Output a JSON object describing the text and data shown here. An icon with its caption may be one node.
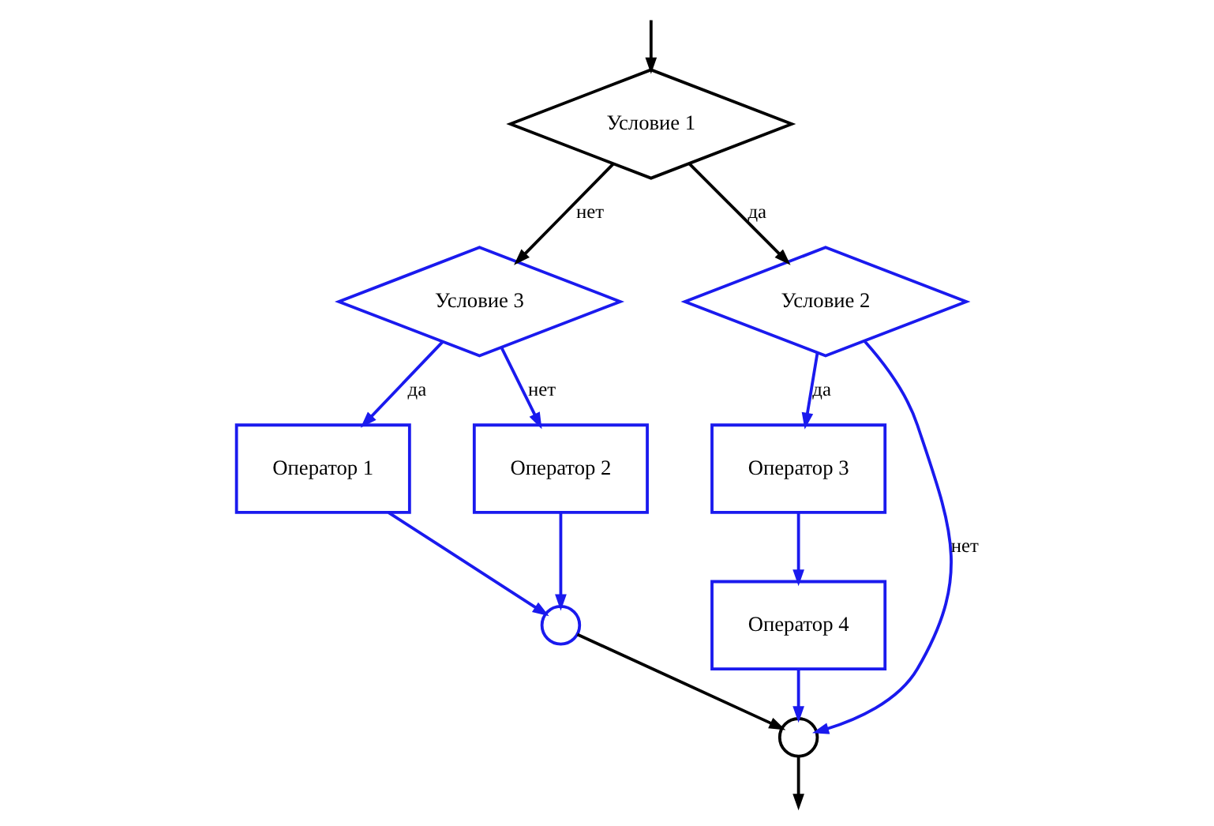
{
  "diagram": {
    "nodes": [
      {
        "text": [
          "Условие 1"
        ]
      },
      {
        "text": [
          "Условие 3"
        ]
      },
      {
        "text": [
          "Условие 2"
        ]
      },
      {
        "text": [
          "Оператор 1"
        ]
      },
      {
        "text": [
          "Оператор 2"
        ]
      },
      {
        "text": [
          "Оператор 3"
        ]
      },
      {
        "text": [
          "Оператор 4"
        ]
      },
      {
        "text": [],
        "shape": "circle"
      },
      {
        "text": [],
        "shape": "circle"
      }
    ],
    "edges": [
      {
        "from": null,
        "to": 0,
        "arrow": "to",
        "color": "#000000"
      },
      {
        "from": 0,
        "to": 1,
        "arrow": "to",
        "label": "нет",
        "color": "#000000"
      },
      {
        "from": 0,
        "to": 2,
        "arrow": "to",
        "label": "да",
        "color": "#000000"
      },
      {
        "from": 1,
        "to": 3,
        "arrow": "to",
        "label": "да"
      },
      {
        "from": 1,
        "to": 4,
        "arrow": "to",
        "label": "нет"
      },
      {
        "from": 2,
        "to": 5,
        "arrow": "to",
        "label": "да"
      },
      {
        "from": 2,
        "to": 8,
        "arrow": "to",
        "label": "нет"
      },
      {
        "from": 3,
        "to": 7,
        "arrow": "to"
      },
      {
        "from": 4,
        "to": 7,
        "arrow": "to"
      },
      {
        "from": 5,
        "to": 6,
        "arrow": "to"
      },
      {
        "from": 6,
        "to": 8,
        "arrow": "to"
      },
      {
        "from": 7,
        "to": 8,
        "arrow": "to",
        "color": "#000000"
      },
      {
        "from": 8,
        "to": null,
        "arrow": "to",
        "color": "#000000"
      }
    ]
  }
}
